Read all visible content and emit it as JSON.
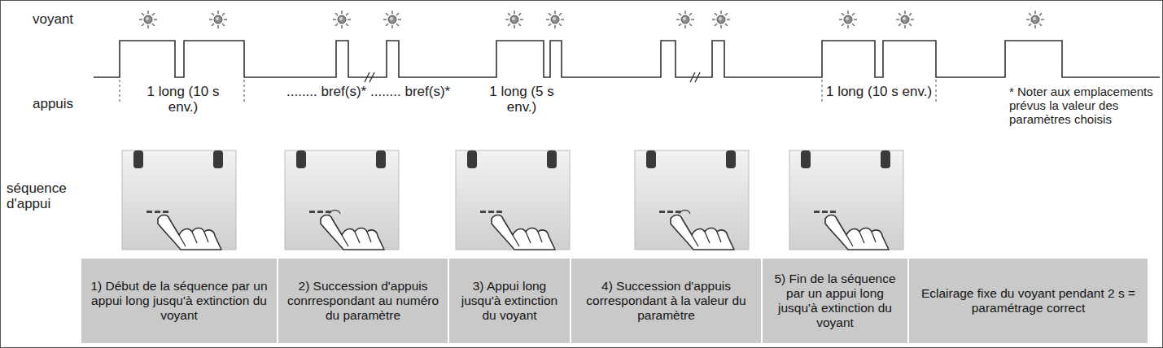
{
  "diagram": {
    "nodes": [
      {
        "text": [
          "1) Début de la séquence par un appui long jusqu'à extinction du voyant"
        ]
      },
      {
        "text": [
          "2) Succession d'appuis conrrespondant au numéro du paramètre"
        ]
      },
      {
        "text": [
          "3) Appui long jusqu'à extinction du voyant"
        ]
      },
      {
        "text": [
          "4) Succession d'appuis correspondant à la valeur du paramètre"
        ]
      },
      {
        "text": [
          "5) Fin de la séquence par un appui long jusqu'à extinction du voyant"
        ]
      },
      {
        "text": [
          "Eclairage fixe du voyant pendant 2 s = paramétrage correct"
        ]
      }
    ],
    "labels": [
      "voyant",
      "appuis",
      "séquence d'appui",
      "1 long (10 s env.)",
      "........ bref(s)* ........ bref(s)*",
      "1 long (5 s env.)",
      "1 long (10 s env.)",
      "* Noter aux emplacements prévus la valeur des paramètres choisis"
    ]
  }
}
